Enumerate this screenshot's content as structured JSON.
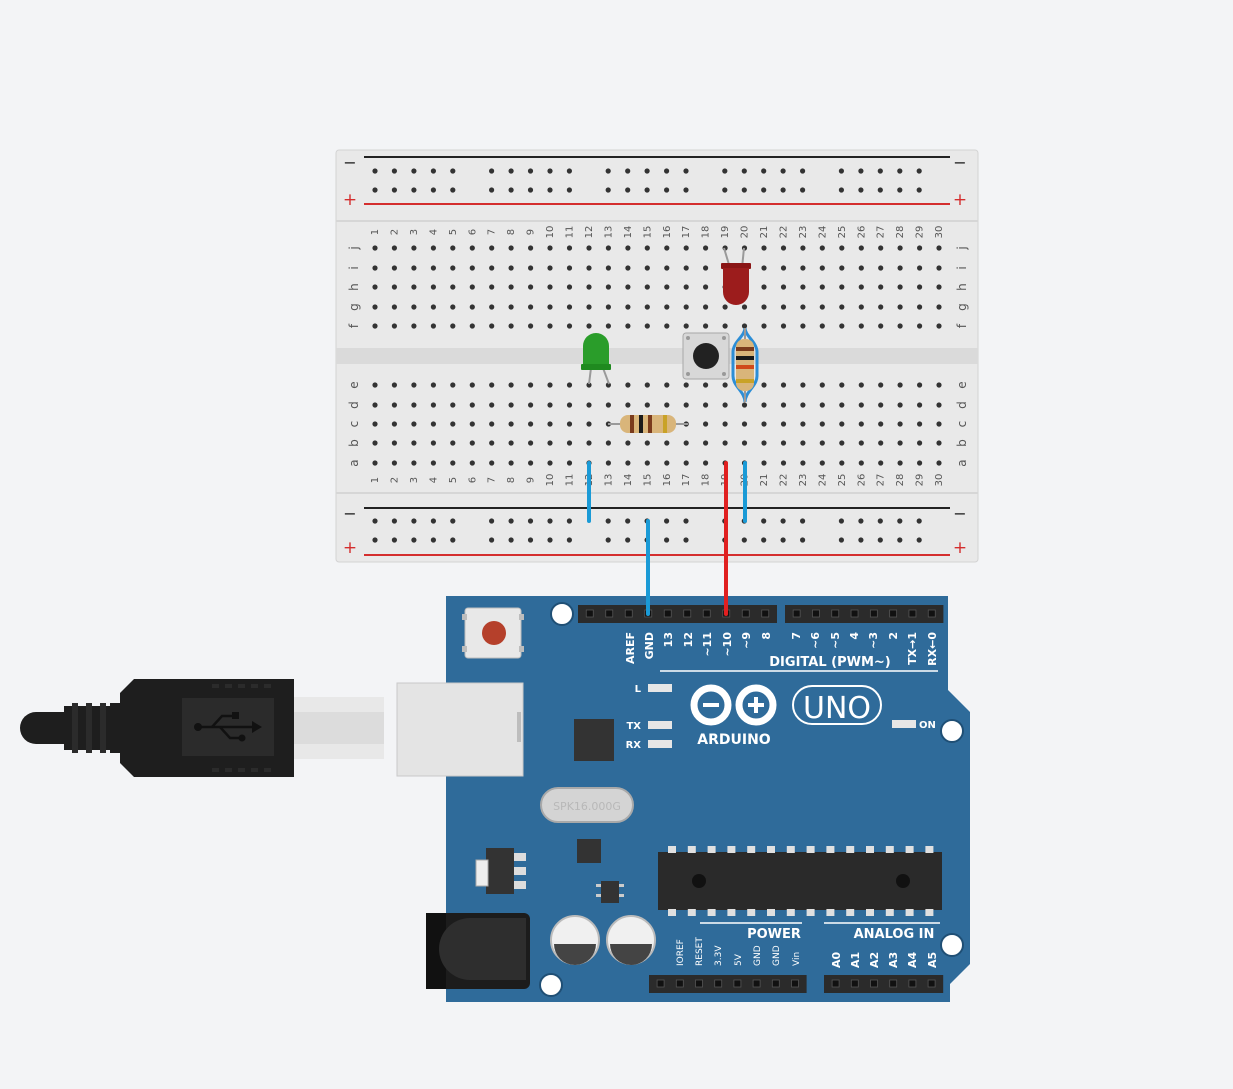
{
  "breadboard": {
    "rail_minus": "−",
    "rail_plus": "+",
    "columns": [
      "1",
      "2",
      "3",
      "4",
      "5",
      "6",
      "7",
      "8",
      "9",
      "10",
      "11",
      "12",
      "13",
      "14",
      "15",
      "16",
      "17",
      "18",
      "19",
      "20",
      "21",
      "22",
      "23",
      "24",
      "25",
      "26",
      "27",
      "28",
      "29",
      "30"
    ],
    "rows_top": [
      "j",
      "i",
      "h",
      "g",
      "f"
    ],
    "rows_bottom": [
      "e",
      "d",
      "c",
      "b",
      "a"
    ],
    "colors": {
      "body": "#e9e9e9",
      "rail_plus": "#d42e2e",
      "rail_minus": "#222222",
      "hole": "#333333"
    }
  },
  "components": {
    "led_green_color": "#2a9d2a",
    "led_red_color": "#9c1c1c",
    "wire_blue": "#1a9ad6",
    "wire_red": "#e02020"
  },
  "arduino": {
    "logo_text": "ARDUINO",
    "model": "UNO",
    "digital_label": "DIGITAL (PWM~)",
    "digital_pins_left": [
      "AREF",
      "GND",
      "13",
      "12",
      "~11",
      "~10",
      "~9",
      "8"
    ],
    "digital_pins_right": [
      "7",
      "~6",
      "~5",
      "4",
      "~3",
      "2",
      "TX→1",
      "RX←0"
    ],
    "led_l": "L",
    "led_tx": "TX",
    "led_rx": "RX",
    "led_on": "ON",
    "power_label": "POWER",
    "power_pins": [
      "IOREF",
      "RESET",
      "3.3V",
      "5V",
      "GND",
      "GND",
      "Vin"
    ],
    "analog_label": "ANALOG IN",
    "analog_pins": [
      "A0",
      "A1",
      "A2",
      "A3",
      "A4",
      "A5"
    ],
    "crystal_text": "SPK16.000G",
    "colors": {
      "board": "#2f6b9a",
      "header": "#2b2b2b"
    }
  }
}
